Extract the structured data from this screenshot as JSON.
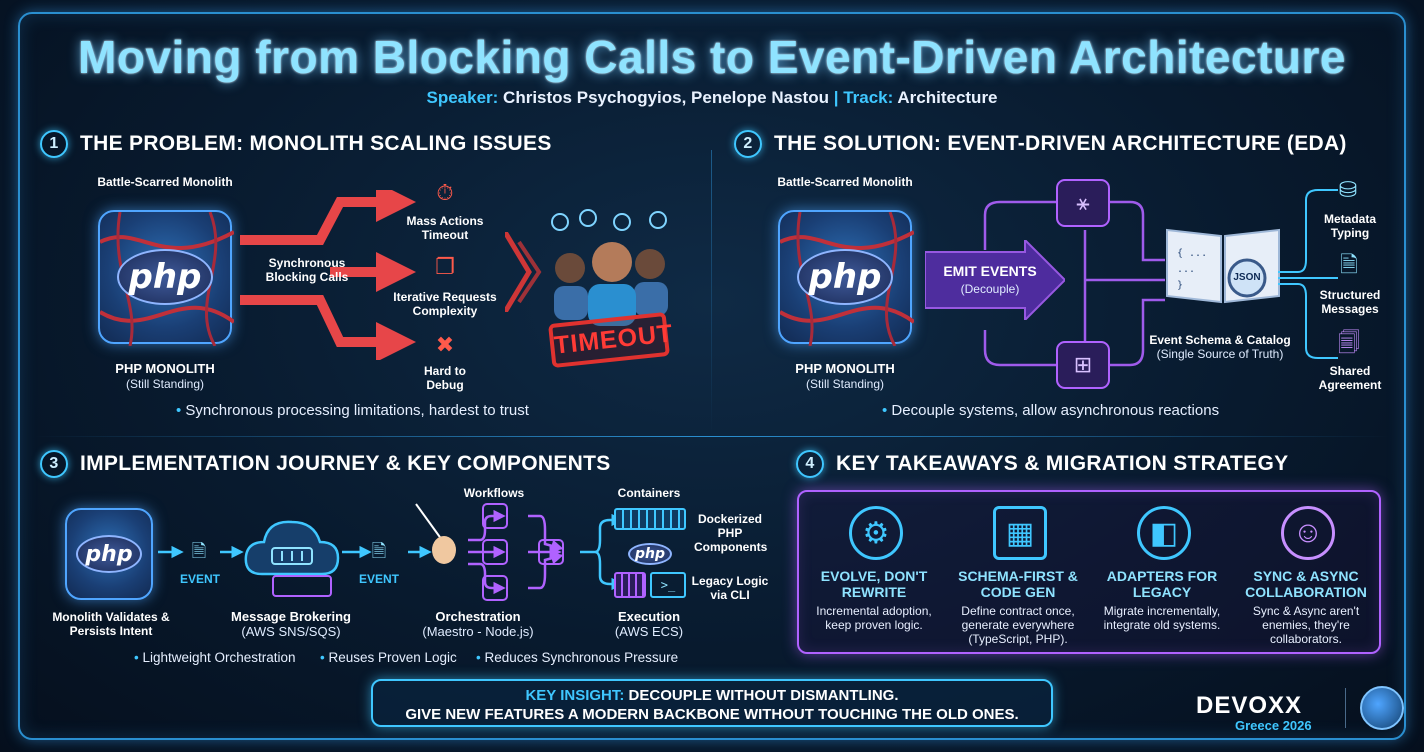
{
  "header": {
    "title": "Moving from Blocking Calls to Event-Driven Architecture",
    "speaker_label": "Speaker:",
    "speaker": "Christos Psychogyios, Penelope Nastou",
    "track_label": "Track:",
    "track": "Architecture"
  },
  "s1": {
    "num": "1",
    "title": "THE PROBLEM: MONOLITH SCALING ISSUES",
    "monolith_top": "Battle-Scarred Monolith",
    "php": "php",
    "monolith_name": "PHP MONOLITH",
    "monolith_sub": "(Still Standing)",
    "calls": "Synchronous Blocking Calls",
    "issue1": "Mass Actions Timeout",
    "issue2": "Iterative Requests Complexity",
    "issue3": "Hard to Debug",
    "timeout": "TIMEOUT",
    "bullet": "Synchronous processing limitations, hardest to trust"
  },
  "s2": {
    "num": "2",
    "title": "THE SOLUTION: EVENT-DRIVEN ARCHITECTURE (EDA)",
    "monolith_top": "Battle-Scarred Monolith",
    "php": "php",
    "monolith_name": "PHP MONOLITH",
    "monolith_sub": "(Still Standing)",
    "emit": "EMIT EVENTS",
    "emit_sub": "(Decouple)",
    "json": "JSON",
    "catalog": "Event Schema & Catalog",
    "catalog_sub": "(Single Source of Truth)",
    "out1": "Metadata Typing",
    "out2": "Structured Messages",
    "out3": "Shared Agreement",
    "bullet": "Decouple systems, allow asynchronous reactions"
  },
  "s3": {
    "num": "3",
    "title": "IMPLEMENTATION JOURNEY & KEY COMPONENTS",
    "php": "php",
    "event1": "EVENT",
    "event2": "EVENT",
    "step1": "Monolith Validates & Persists Intent",
    "step2": "Message Brokering",
    "step2_sub": "(AWS SNS/SQS)",
    "workflows": "Workflows",
    "step3": "Orchestration",
    "step3_sub": "(Maestro - Node.js)",
    "containers": "Containers",
    "php2": "php",
    "step4": "Execution",
    "step4_sub": "(AWS ECS)",
    "dockerized": "Dockerized PHP Components",
    "legacy": "Legacy Logic via CLI",
    "b1": "Lightweight Orchestration",
    "b2": "Reuses Proven Logic",
    "b3": "Reduces Synchronous Pressure"
  },
  "s4": {
    "num": "4",
    "title": "KEY TAKEAWAYS & MIGRATION STRATEGY",
    "items": [
      {
        "title": "EVOLVE, DON'T REWRITE",
        "desc": "Incremental adoption, keep proven logic.",
        "icon": "gear-cycle-icon"
      },
      {
        "title": "SCHEMA-FIRST & CODE GEN",
        "desc": "Define contract once, generate everywhere (TypeScript, PHP).",
        "icon": "blueprint-icon"
      },
      {
        "title": "ADAPTERS FOR LEGACY",
        "desc": "Migrate incrementally, integrate old systems.",
        "icon": "adapter-icon"
      },
      {
        "title": "SYNC & ASYNC COLLABORATION",
        "desc": "Sync & Async aren't enemies, they're collaborators.",
        "icon": "people-icon"
      }
    ]
  },
  "insight": {
    "label": "KEY INSIGHT:",
    "line1": "DECOUPLE WITHOUT DISMANTLING.",
    "line2": "GIVE NEW FEATURES A MODERN BACKBONE WITHOUT TOUCHING THE OLD ONES."
  },
  "brand": {
    "name": "DEVOXX",
    "sub": "Greece 2026"
  },
  "colors": {
    "accent": "#3fc7ff",
    "problem": "#ff3b36",
    "solution": "#b062ff"
  }
}
